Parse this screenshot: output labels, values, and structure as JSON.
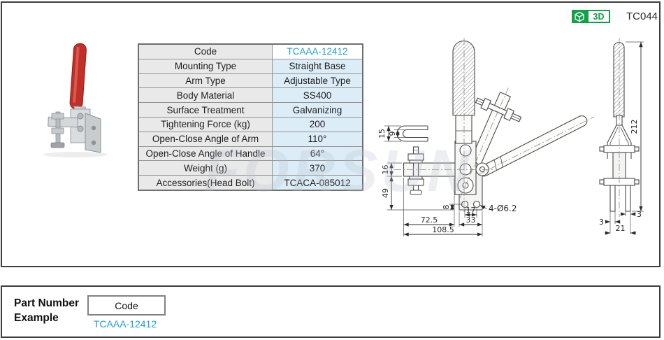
{
  "header": {
    "badge_3d_label": "3D",
    "page_code": "TC044"
  },
  "watermark": {
    "text": "FORSUN"
  },
  "photo": {
    "description": "vertical toggle clamp with red handle"
  },
  "spec_table": {
    "rows": [
      {
        "label": "Code",
        "value": "TCAAA-12412"
      },
      {
        "label": "Mounting Type",
        "value": "Straight Base"
      },
      {
        "label": "Arm Type",
        "value": "Adjustable Type"
      },
      {
        "label": "Body Material",
        "value": "SS400"
      },
      {
        "label": "Surface Treatment",
        "value": "Galvanizing"
      },
      {
        "label": "Tightening Force (kg)",
        "value": "200"
      },
      {
        "label": "Open-Close Angle of Arm",
        "value": "110°"
      },
      {
        "label": "Open-Close  Angle of Handle",
        "value": "64°"
      },
      {
        "label": "Weight (g)",
        "value": "370"
      },
      {
        "label": "Accessories(Head Bolt)",
        "value": "TCACA-085012"
      }
    ]
  },
  "drawing": {
    "front": {
      "slot_outer": "15",
      "slot_inner": "9",
      "arm_height": "16",
      "base_height": "49",
      "hole_edge_offset": "8",
      "hole_pitch": "17",
      "base_width": "33",
      "arm_overhang": "72.5",
      "overall_width": "108.5",
      "holes_callout": "4-Ø6.2"
    },
    "side": {
      "overall_height": "212",
      "flange_left": "3",
      "flange_right": "3",
      "base_depth": "21"
    }
  },
  "part_number_example": {
    "title_line1": "Part Number",
    "title_line2": "Example",
    "code_box_label": "Code",
    "code_value": "TCAAA-12412"
  },
  "colors": {
    "accent_blue": "#1f9cd7",
    "badge_green": "#13a04b",
    "value_cell_bg": "#dcedf8",
    "label_cell_bg": "#e9e9e9",
    "line_color": "#4a4a4a"
  }
}
